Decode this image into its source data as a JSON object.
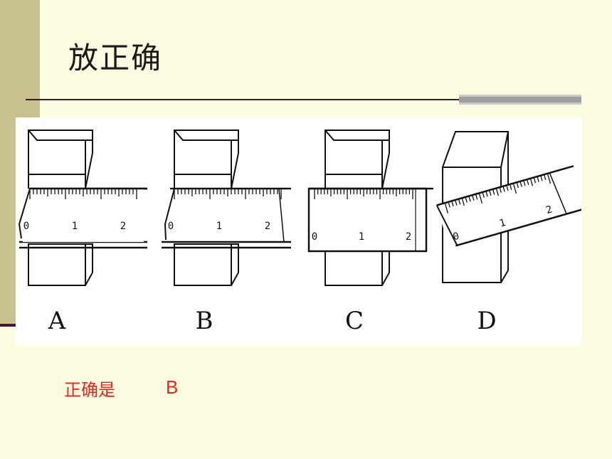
{
  "title": "放正确",
  "figure": {
    "options": [
      "A",
      "B",
      "C",
      "D"
    ],
    "scale_numbers": [
      "0",
      "1",
      "2"
    ]
  },
  "answer": {
    "label": "正确是",
    "value": "B"
  },
  "colors": {
    "background": "#FEFCE0",
    "side_bar": "#C8C38E",
    "accent_line": "#3A1A2E",
    "answer_text": "#E8241D"
  }
}
